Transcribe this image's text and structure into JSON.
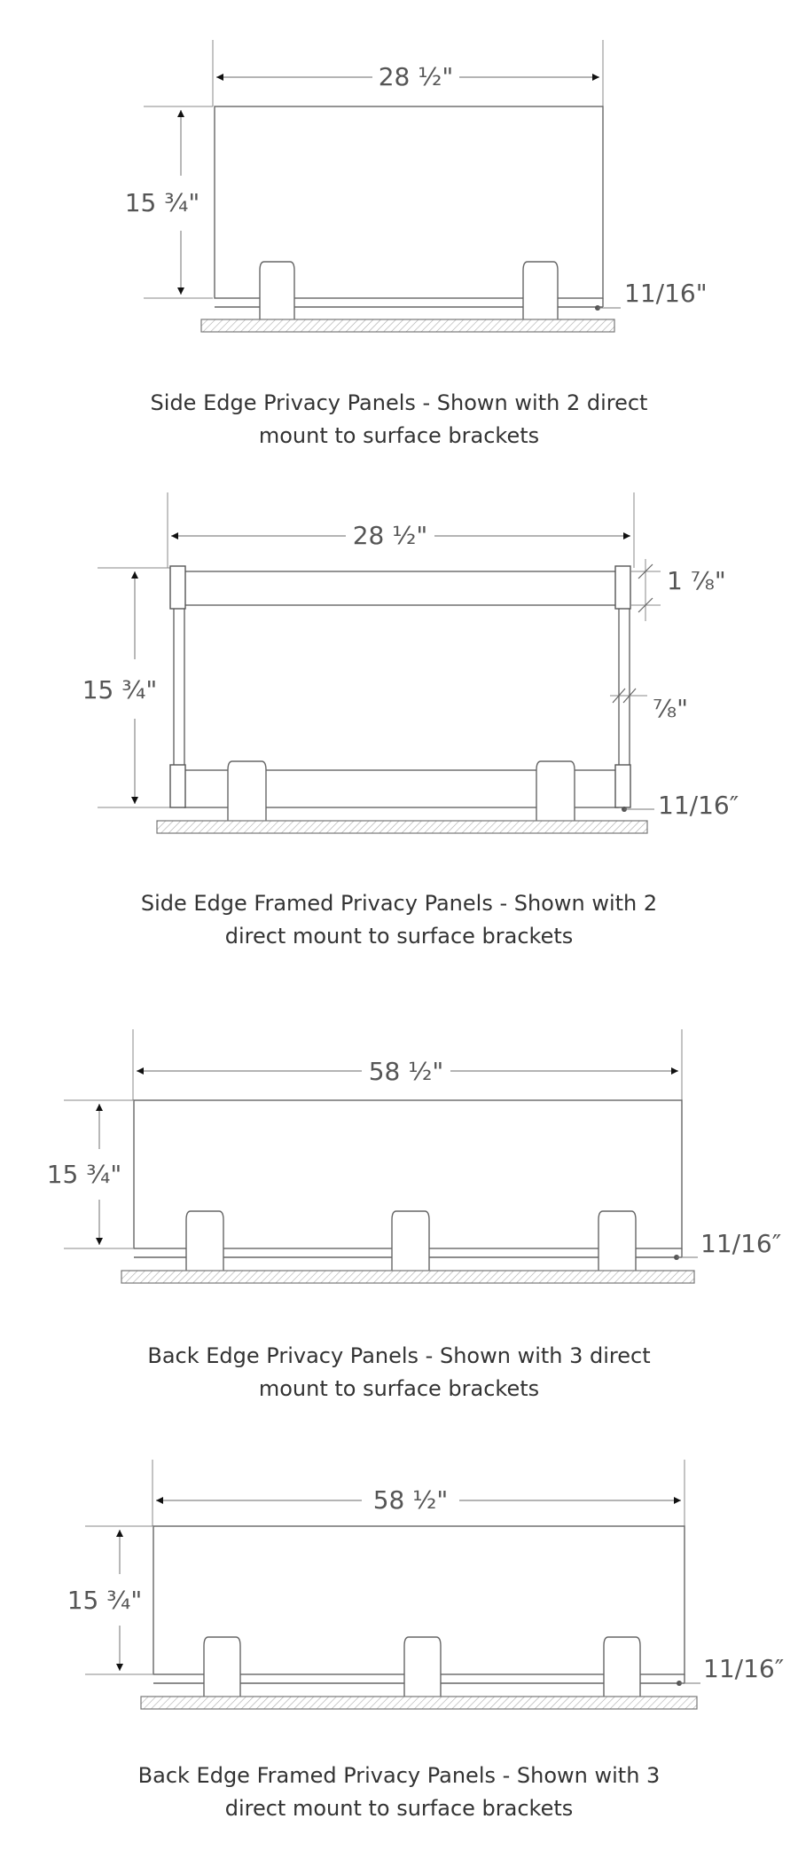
{
  "diagrams": [
    {
      "width_label": "28 ½\"",
      "height_label": "15 ¾\"",
      "thickness_label": "11/16\"",
      "caption_line1": "Side Edge Privacy Panels - Shown with 2 direct",
      "caption_line2": "mount to surface brackets"
    },
    {
      "width_label": "28 ½\"",
      "height_label": "15 ¾\"",
      "frame_label": "1 ⅞\"",
      "gap_label": "⅞\"",
      "thickness_label": "11/16″",
      "caption_line1": "Side Edge Framed Privacy Panels - Shown with 2",
      "caption_line2": "direct mount to surface brackets"
    },
    {
      "width_label": "58 ½\"",
      "height_label": "15 ¾\"",
      "thickness_label": "11/16″",
      "caption_line1": "Back Edge Privacy Panels - Shown with 3 direct",
      "caption_line2": "mount to surface brackets"
    },
    {
      "width_label": "58 ½\"",
      "height_label": "15 ¾\"",
      "thickness_label": "11/16″",
      "caption_line1": "Back Edge Framed Privacy Panels - Shown with 3",
      "caption_line2": "direct mount to surface brackets"
    }
  ],
  "colors": {
    "line": "#666666",
    "text": "#555555",
    "caption": "#333333",
    "hatch": "#999999"
  }
}
